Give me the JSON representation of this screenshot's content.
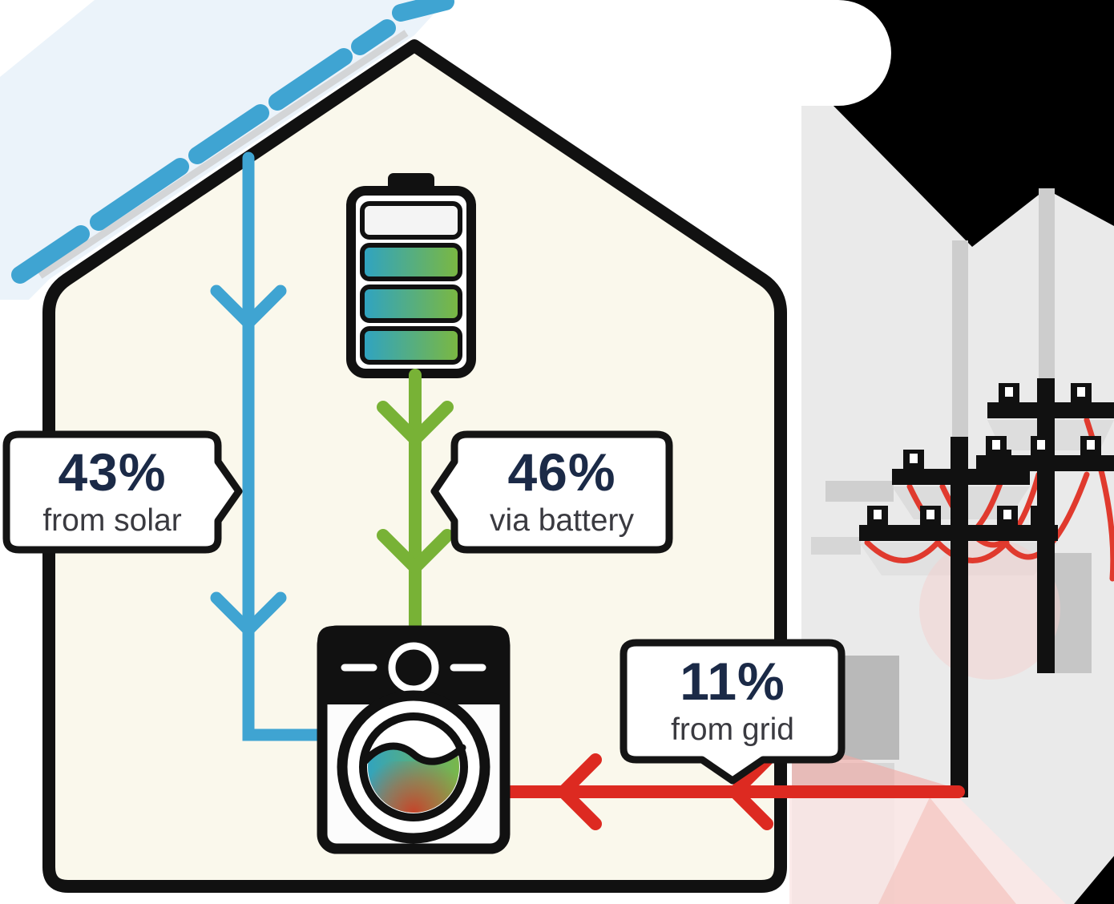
{
  "labels": {
    "solar": {
      "value": "43%",
      "caption": "from solar"
    },
    "battery": {
      "value": "46%",
      "caption": "via battery"
    },
    "grid": {
      "value": "11%",
      "caption": "from grid"
    }
  },
  "icons": {
    "solar_panel": "solar-panel-dashes-icon",
    "battery": "battery-icon",
    "washing_machine": "washing-machine-icon",
    "power_pole_near": "power-pole-near-icon",
    "power_pole_far": "power-pole-far-icon",
    "arrow_solar": "solar-flow-arrow",
    "arrow_battery": "battery-flow-arrow",
    "arrow_grid": "grid-flow-arrow"
  },
  "colors": {
    "solar_blue": "#3FA4D2",
    "battery_green": "#78B236",
    "grid_red": "#DD2A21",
    "wire_red": "#E03A2E",
    "house_fill": "#FAF8EC",
    "sky_blue": "#EBF3FA",
    "outline": "#111111",
    "value_navy": "#1B2A47",
    "caption_dark": "#3A3A40",
    "backdrop_light": "#EAEAEA",
    "backdrop_mid": "#C6C6C6"
  }
}
